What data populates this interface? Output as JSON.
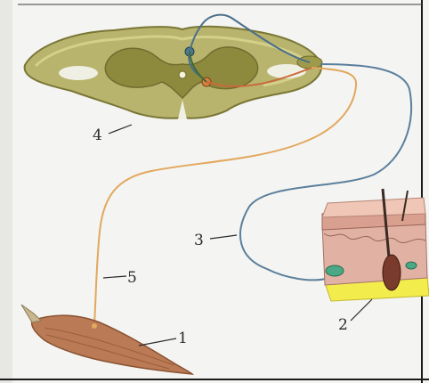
{
  "labels": {
    "muscle": "1",
    "skin": "2",
    "sensory_nerve": "3",
    "spinal_cord": "4",
    "motor_nerve": "5"
  },
  "colors": {
    "paper": "#f4f4f2",
    "spinal_cord_white_matter": "#b8b46e",
    "spinal_cord_gray_matter": "#8d8a3e",
    "sensory_fiber": "#5a7f9c",
    "motor_fiber": "#e2a85e",
    "muscle": "#b97a55",
    "skin_surface": "#e6b7a6",
    "fat_layer": "#f2ec4c"
  }
}
